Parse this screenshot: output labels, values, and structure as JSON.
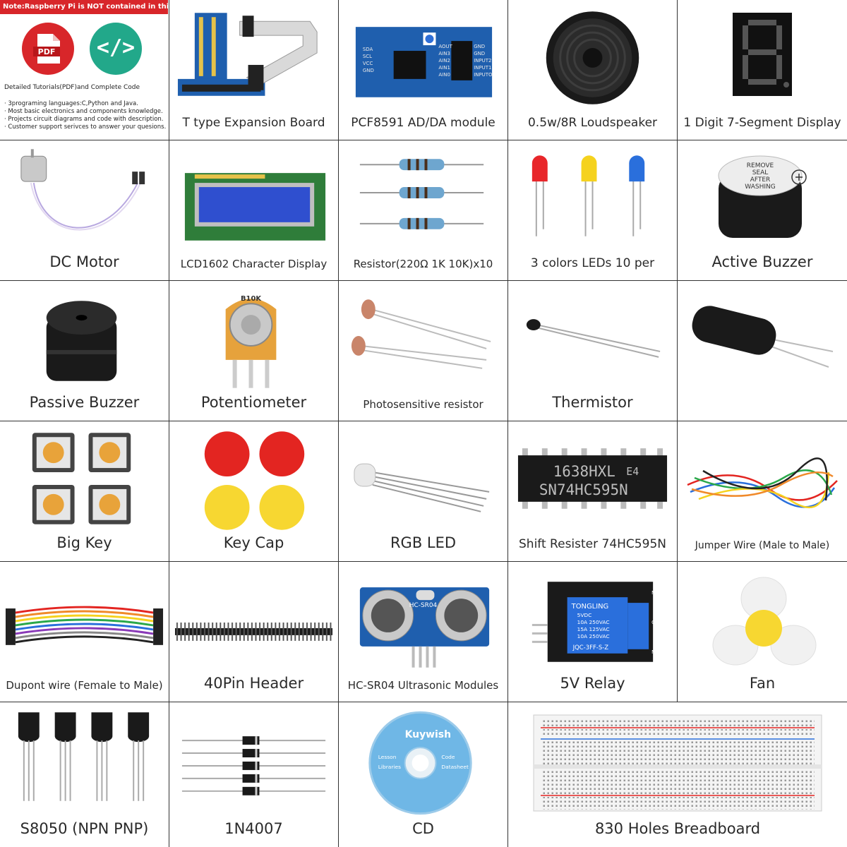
{
  "note": "Note:Raspberry Pi is NOT contained in this kit!",
  "intro": {
    "pdf_icon_text": "PDF",
    "code_icon_text": "</>",
    "heading": "Detailed Tutorials(PDF)and Complete Code",
    "bullets": [
      "· 3programing languages:C,Python and Java.",
      "· Most basic electronics and components knowledge.",
      "· Projects circuit diagrams and code with description.",
      "· Customer support serivces to answer your quesions."
    ]
  },
  "items": [
    {
      "label": "T type Expansion Board"
    },
    {
      "label": "PCF8591 AD/DA module"
    },
    {
      "label": "0.5w/8R Loudspeaker"
    },
    {
      "label": "1 Digit 7-Segment Display"
    },
    {
      "label": "DC Motor"
    },
    {
      "label": "LCD1602 Character Display"
    },
    {
      "label": "Resistor(220Ω 1K 10K)x10"
    },
    {
      "label": "3 colors LEDs 10 per"
    },
    {
      "label": "Active Buzzer"
    },
    {
      "label": "Passive Buzzer"
    },
    {
      "label": "Potentiometer"
    },
    {
      "label": "Photosensitive resistor"
    },
    {
      "label": "Thermistor"
    },
    {
      "label": ""
    },
    {
      "label": "Big Key"
    },
    {
      "label": "Key Cap"
    },
    {
      "label": "RGB LED"
    },
    {
      "label": "Shift Resister 74HC595N"
    },
    {
      "label": "Jumper Wire (Male to Male)"
    },
    {
      "label": "Dupont wire (Female to Male)"
    },
    {
      "label": "40Pin Header"
    },
    {
      "label": "HC-SR04 Ultrasonic Modules"
    },
    {
      "label": "5V Relay"
    },
    {
      "label": "Fan"
    },
    {
      "label": "S8050 (NPN PNP)"
    },
    {
      "label": "1N4007"
    },
    {
      "label": "CD"
    },
    {
      "label": "830 Holes Breadboard"
    }
  ],
  "markings": {
    "pcf_pins_left": [
      "SDA",
      "SCL",
      "VCC",
      "GND"
    ],
    "pcf_pins_right": [
      "AOUT",
      "AIN3",
      "AIN2",
      "AIN1",
      "AIN0"
    ],
    "pcf_pins_far": [
      "GND",
      "GND",
      "INPUT2",
      "INPUT1",
      "INPUTO"
    ],
    "pot_mark": "B10K",
    "buzzer_sticker": [
      "REMOVE",
      "SEAL",
      "AFTER",
      "WASHING"
    ],
    "ic_line1": "1638HXL",
    "ic_line1_b": "E4",
    "ic_line2": "SN74HC595N",
    "sonar_name": "HC-SR04",
    "relay_brand": "TONGLING",
    "relay_lines": [
      "5VDC",
      "10A 250VAC",
      "15A 125VAC",
      "10A 250VAC"
    ],
    "relay_model": "JQC-3FF-S-Z",
    "relay_terms": [
      "NC",
      "COM",
      "NO"
    ],
    "cd_brand": "Kuywish",
    "cd_items": [
      "Lesson",
      "Libraries",
      "Code",
      "Datasheet"
    ]
  },
  "colors": {
    "note_bg": "#d8262a",
    "pdf_red": "#d8262a",
    "code_green": "#22a88a",
    "board_blue": "#1f5fae",
    "led_red": "#e8262a",
    "led_yellow": "#f5d21e",
    "led_blue": "#2a6fdc",
    "key_cap_red": "#e32521",
    "key_cap_yellow": "#f7d731",
    "cd_blue": "#6fb7e6"
  }
}
